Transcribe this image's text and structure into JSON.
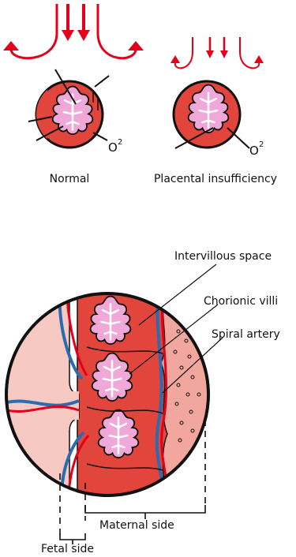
{
  "top": {
    "normal_label": "Normal",
    "insufficiency_label": "Placental insufficiency",
    "oxygen_label": "O",
    "oxygen_sup": "2"
  },
  "bottom": {
    "intervillous_label": "Intervillous space",
    "chorionic_label": "Chorionic villi",
    "spiral_label": "Spiral artery",
    "maternal_label": "Maternal side",
    "fetal_label": "Fetal side"
  },
  "colors": {
    "arrow_red": "#e3001b",
    "tissue_red": "#e2453b",
    "tissue_pink": "#f2a79e",
    "villi_pink": "#f0a8d8",
    "vein_blue": "#2b6cb0",
    "outline": "#111111"
  }
}
